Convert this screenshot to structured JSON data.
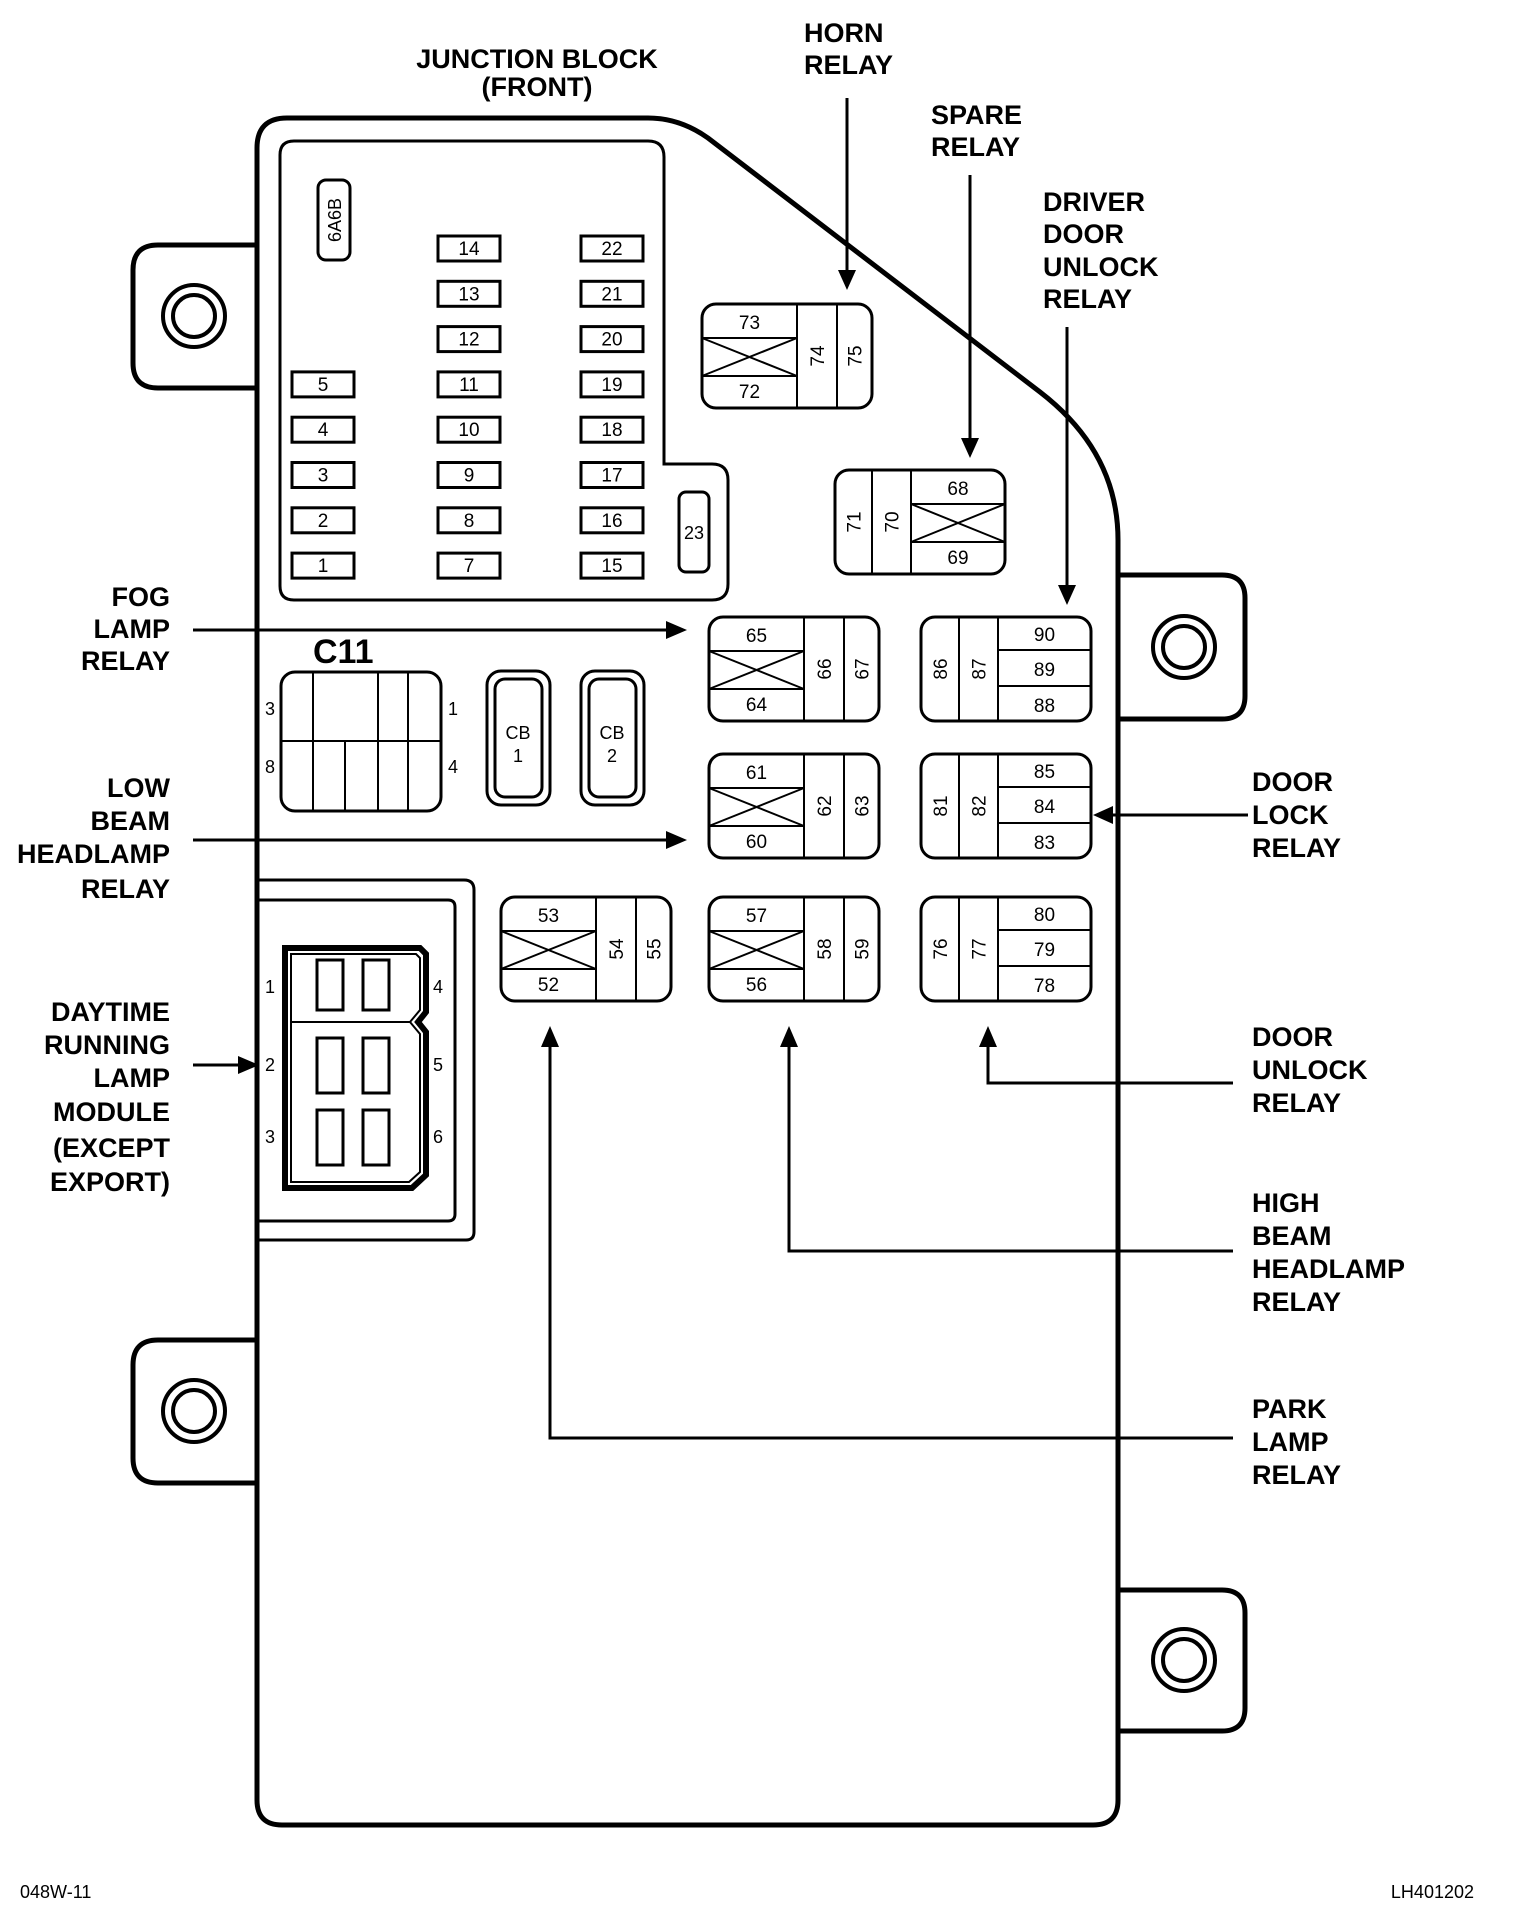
{
  "title": [
    "JUNCTION BLOCK",
    "(FRONT)"
  ],
  "callouts": {
    "horn": [
      "HORN",
      "RELAY"
    ],
    "spare": [
      "SPARE",
      "RELAY"
    ],
    "driver_door_unlock": [
      "DRIVER",
      "DOOR",
      "UNLOCK",
      "RELAY"
    ],
    "fog": [
      "FOG",
      "LAMP",
      "RELAY"
    ],
    "low_beam": [
      "LOW",
      "BEAM",
      "HEADLAMP",
      "RELAY"
    ],
    "drl": [
      "DAYTIME",
      "RUNNING",
      "LAMP",
      "MODULE",
      "(EXCEPT",
      "EXPORT)"
    ],
    "door_lock": [
      "DOOR",
      "LOCK",
      "RELAY"
    ],
    "door_unlock": [
      "DOOR",
      "UNLOCK",
      "RELAY"
    ],
    "high_beam": [
      "HIGH",
      "BEAM",
      "HEADLAMP",
      "RELAY"
    ],
    "park": [
      "PARK",
      "LAMP",
      "RELAY"
    ]
  },
  "fuse_6a6b": "6A6B",
  "fuse_23": "23",
  "fuses_col1": [
    "5",
    "4",
    "3",
    "2",
    "1"
  ],
  "fuses_col2": [
    "14",
    "13",
    "12",
    "11",
    "10",
    "9",
    "8",
    "7"
  ],
  "fuses_col3": [
    "22",
    "21",
    "20",
    "19",
    "18",
    "17",
    "16",
    "15"
  ],
  "relays": {
    "horn": {
      "top": "73",
      "bottom": "72",
      "side": [
        "74",
        "75"
      ]
    },
    "spare": {
      "side": [
        "71",
        "70"
      ],
      "top": "68",
      "bottom": "69"
    },
    "fog": {
      "top": "65",
      "bottom": "64",
      "side": [
        "66",
        "67"
      ]
    },
    "low_beam": {
      "top": "61",
      "bottom": "60",
      "side": [
        "62",
        "63"
      ]
    },
    "park": {
      "top": "53",
      "bottom": "52",
      "side": [
        "54",
        "55"
      ]
    },
    "high_beam": {
      "top": "57",
      "bottom": "56",
      "side": [
        "58",
        "59"
      ]
    },
    "driver_door_unlock": {
      "side": [
        "86",
        "87"
      ],
      "rows": [
        "90",
        "89",
        "88"
      ]
    },
    "door_lock": {
      "side": [
        "81",
        "82"
      ],
      "rows": [
        "85",
        "84",
        "83"
      ]
    },
    "door_unlock": {
      "side": [
        "76",
        "77"
      ],
      "rows": [
        "80",
        "79",
        "78"
      ]
    }
  },
  "connector_c11": {
    "name": "C11",
    "pins": [
      "3",
      "1",
      "8",
      "4"
    ]
  },
  "circuit_breakers": [
    [
      "CB",
      "1"
    ],
    [
      "CB",
      "2"
    ]
  ],
  "drl_pins": [
    "1",
    "4",
    "2",
    "5",
    "3",
    "6"
  ],
  "footer": {
    "left": "048W-11",
    "right": "LH401202"
  }
}
